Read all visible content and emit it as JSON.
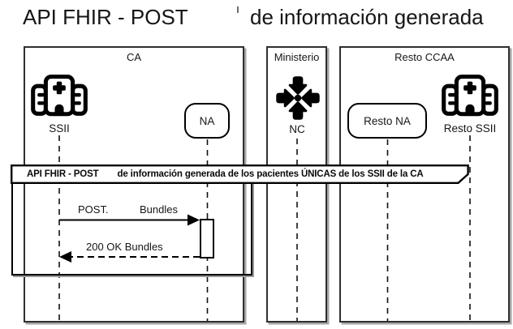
{
  "title": {
    "left": "API FHIR - POST",
    "right": "de información generada"
  },
  "containers": {
    "ca": "CA",
    "ministerio": "Ministerio",
    "resto_ccaa": "Resto CCAA"
  },
  "participants": {
    "ssii": {
      "label": "SSII",
      "icon": "hospital-icon"
    },
    "na": {
      "label": "NA",
      "shape": "rounded-node"
    },
    "nc": {
      "label": "NC",
      "icon": "converge-arrows-icon"
    },
    "resto_na": {
      "label": "Resto NA",
      "shape": "rounded-node"
    },
    "resto_ssii": {
      "label": "Resto SSII",
      "icon": "hospital-icon"
    }
  },
  "banner": {
    "title": "API FHIR - POST",
    "subtitle": "de información generada de los pacientes ÚNICAS de los SSII de la CA"
  },
  "messages": {
    "request": {
      "verb": "POST.",
      "payload": "Bundles",
      "style": "solid-arrow",
      "from": "SSII",
      "to": "NA"
    },
    "response": {
      "label": "200 OK Bundles",
      "style": "dashed-arrow",
      "from": "NA",
      "to": "SSII"
    }
  },
  "colors": {
    "line": "#000000",
    "box_border": "#2f2f2f",
    "background": "#ffffff",
    "shadow": "#a6a6a6"
  }
}
